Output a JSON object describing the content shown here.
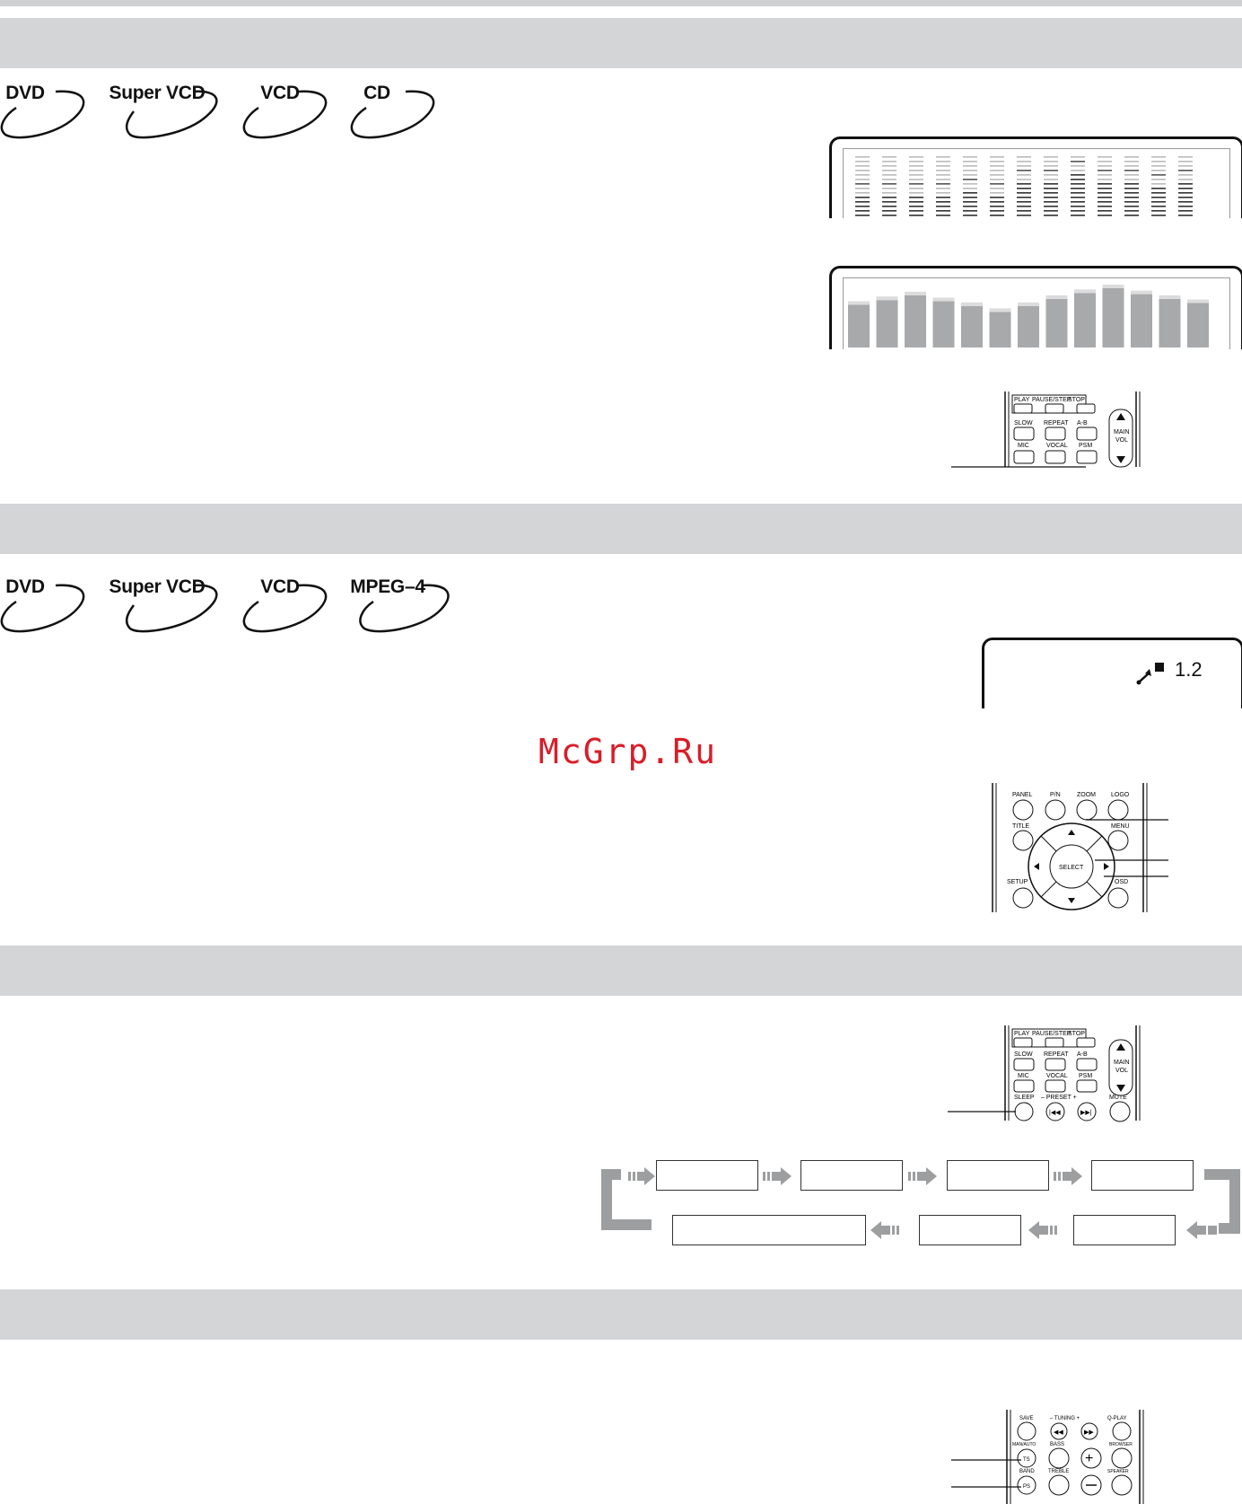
{
  "sections": [
    {
      "discs": [
        "DVD",
        "Super VCD",
        "VCD",
        "CD"
      ]
    },
    {
      "discs": [
        "DVD",
        "Super VCD",
        "VCD",
        "MPEG–4"
      ]
    },
    {
      "discs": []
    },
    {
      "discs": []
    }
  ],
  "zoom_display": {
    "value": "1.2"
  },
  "watermark": "McGrp.Ru",
  "remote_a": {
    "buttons": [
      "PLAY",
      "PAUSE/STEP",
      "STOP",
      "SLOW",
      "REPEAT",
      "A-B",
      "MIC",
      "VOCAL",
      "PSM"
    ],
    "vol_label": [
      "MAIN",
      "VOL"
    ]
  },
  "remote_b": {
    "buttons": [
      "PANEL",
      "P/N",
      "ZOOM",
      "LOGO",
      "TITLE",
      "MENU",
      "SETUP",
      "OSD"
    ],
    "center": "SELECT"
  },
  "remote_c": {
    "buttons": [
      "PLAY",
      "PAUSE/STEP",
      "STOP",
      "SLOW",
      "REPEAT",
      "A-B",
      "MIC",
      "VOCAL",
      "PSM",
      "SLEEP",
      "–  PRESET  +",
      "MUTE"
    ],
    "vol_label": [
      "MAIN",
      "VOL"
    ]
  },
  "remote_d": {
    "buttons": [
      "SAVE",
      "–  TUNING  +",
      "Q-PLAY",
      "MAN/AUTO",
      "BASS",
      "BROWSER",
      "TS",
      "BAND",
      "TREBLE",
      "SPEAKER",
      "PS"
    ]
  },
  "spectrum": {
    "peaks": [
      0.55,
      0.6,
      0.55,
      0.6,
      0.62,
      0.6,
      0.75,
      0.82,
      0.9,
      0.82,
      0.75,
      0.72,
      0.75
    ]
  },
  "eq_bars": {
    "levels": [
      0.72,
      0.8,
      0.88,
      0.78,
      0.7,
      0.6,
      0.7,
      0.82,
      0.92,
      1.0,
      0.9,
      0.82,
      0.75
    ]
  }
}
